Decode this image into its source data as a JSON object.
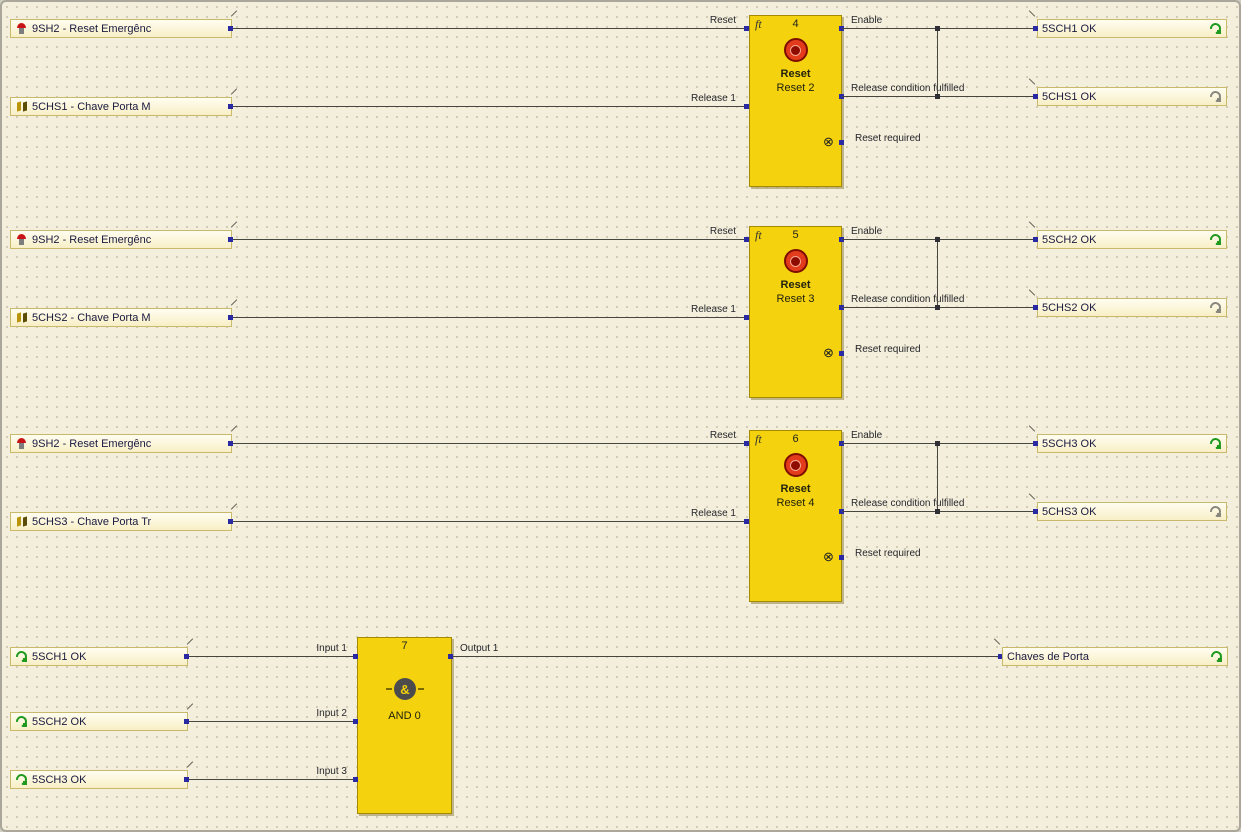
{
  "colors": {
    "canvas_bg": "#f4efdc",
    "grid_dot": "#c6c1a6",
    "block_fill": "#f4d20e",
    "block_border": "#a38a00",
    "tag_fill": "#fbf4d5",
    "tag_border": "#c9b96a",
    "wire": "#47473f",
    "port_blue": "#2929a3",
    "reset_icon_red": "#e23c1c",
    "and_icon_grey": "#4c4c4c",
    "green_contact_icon": "#1f9a1f",
    "grey_contact_icon": "#88887e"
  },
  "glyphs": {
    "ft": "ft",
    "reset_required": "⊗",
    "and": "&"
  },
  "groups": [
    {
      "number": "4",
      "type_label": "Reset",
      "name": "Reset 2",
      "input1": "9SH2 - Reset Emergênc",
      "input2": "5CHS1 - Chave Porta M",
      "port_in1": "Reset",
      "port_in2": "Release 1",
      "port_out1": "Enable",
      "port_out2": "Release condition fulfilled",
      "port_out3": "Reset required",
      "output1": "5SCH1 OK",
      "output2": "5CHS1 OK"
    },
    {
      "number": "5",
      "type_label": "Reset",
      "name": "Reset 3",
      "input1": "9SH2 - Reset Emergênc",
      "input2": "5CHS2 - Chave Porta M",
      "port_in1": "Reset",
      "port_in2": "Release 1",
      "port_out1": "Enable",
      "port_out2": "Release condition fulfilled",
      "port_out3": "Reset required",
      "output1": "5SCH2 OK",
      "output2": "5CHS2 OK"
    },
    {
      "number": "6",
      "type_label": "Reset",
      "name": "Reset 4",
      "input1": "9SH2 - Reset Emergênc",
      "input2": "5CHS3 - Chave Porta Tr",
      "port_in1": "Reset",
      "port_in2": "Release 1",
      "port_out1": "Enable",
      "port_out2": "Release condition fulfilled",
      "port_out3": "Reset required",
      "output1": "5SCH3 OK",
      "output2": "5CHS3 OK"
    }
  ],
  "and_block": {
    "number": "7",
    "name": "AND 0",
    "input1": "5SCH1 OK",
    "input2": "5SCH2 OK",
    "input3": "5SCH3 OK",
    "port_in1": "Input 1",
    "port_in2": "Input 2",
    "port_in3": "Input 3",
    "port_out": "Output 1",
    "output1": "Chaves de Porta"
  }
}
